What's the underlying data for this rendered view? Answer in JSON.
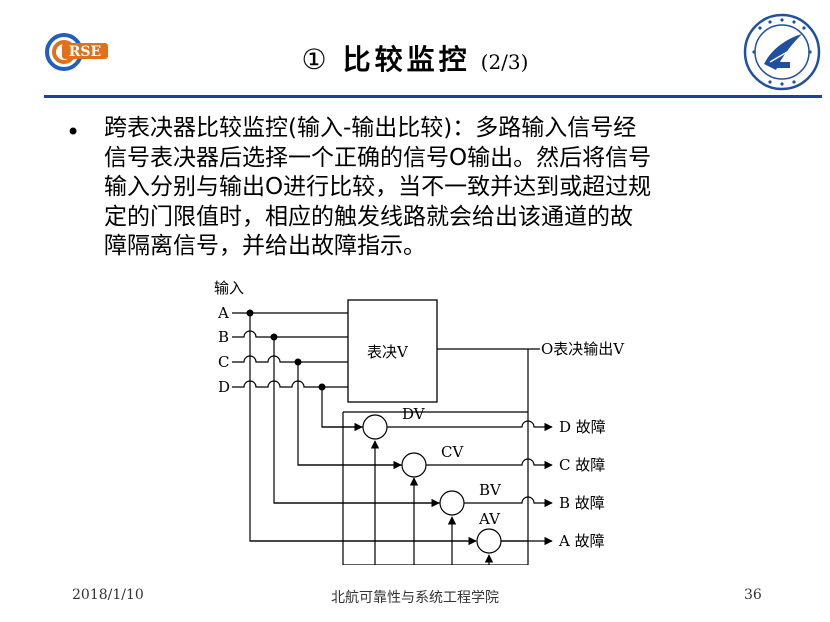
{
  "header": {
    "logo_left_text": "RSE",
    "title_number": "①",
    "title_main": "比较监控",
    "title_page": "(2/3)"
  },
  "body": {
    "bullet": "•",
    "lines": [
      "跨表决器比较监控(输入-输出比较)：多路输入信号经",
      "信号表决器后选择一个正确的信号O输出。然后将信号",
      "输入分别与输出O进行比较，当不一致并达到或超过规",
      "定的门限值时，相应的触发线路就会给出该通道的故",
      "障隔离信号，并给出故障指示。"
    ]
  },
  "diagram": {
    "input_label": "输入",
    "inputs": [
      "A",
      "B",
      "C",
      "D"
    ],
    "voter_label": "表决V",
    "output_label": "O表决输出V",
    "comparators": [
      "DV",
      "CV",
      "BV",
      "AV"
    ],
    "faults": [
      "D 故障",
      "C 故障",
      "B 故障",
      "A 故障"
    ]
  },
  "footer": {
    "date": "2018/1/10",
    "institution": "北航可靠性与系统工程学院",
    "page_number": "36"
  }
}
